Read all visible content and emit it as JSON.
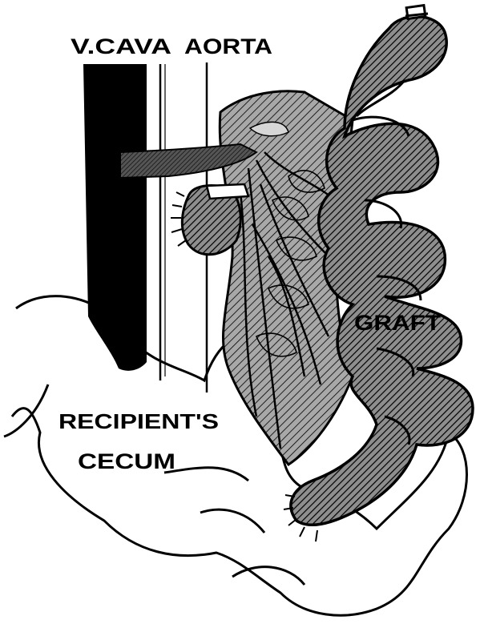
{
  "labels": {
    "vena_cava": "V.CAVA",
    "aorta": "AORTA",
    "graft": "GRAFT",
    "cecum_line1": "RECIPIENT'S",
    "cecum_line2": "CECUM"
  },
  "colors": {
    "ink": "#000000",
    "paper": "#ffffff",
    "hatch_fill": "#9a9a9a",
    "light_patch": "#d6d6d6"
  }
}
